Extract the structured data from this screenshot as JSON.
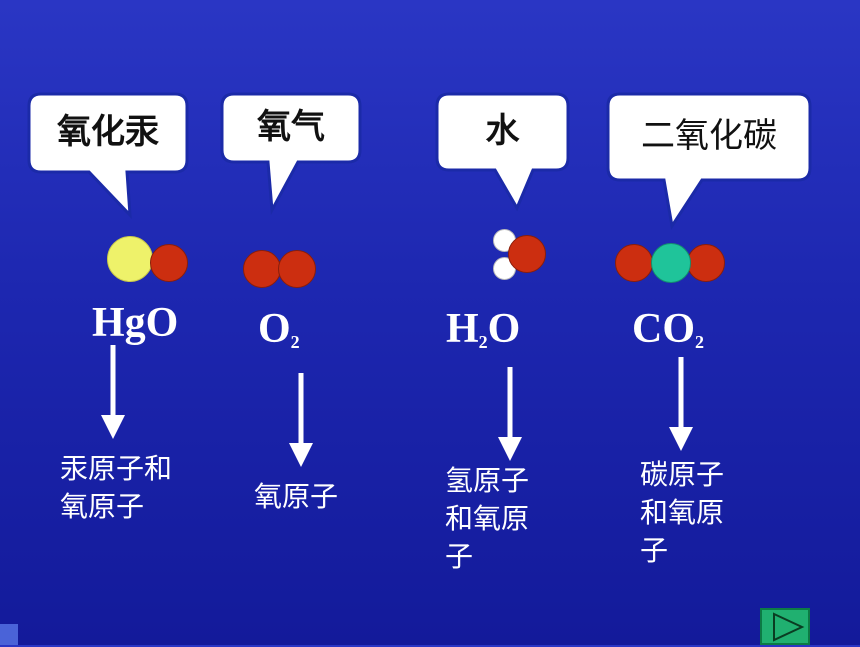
{
  "callouts": [
    {
      "text": "氧化汞"
    },
    {
      "text": "氧气"
    },
    {
      "text": "水"
    },
    {
      "text": "二氧化碳"
    }
  ],
  "formulas": [
    {
      "main": "HgO",
      "sub": "",
      "tail": ""
    },
    {
      "main": "O",
      "sub": "2",
      "tail": ""
    },
    {
      "main": "H",
      "sub": "2",
      "tail": "O"
    },
    {
      "main": "CO",
      "sub": "2",
      "tail": ""
    }
  ],
  "descriptions": [
    {
      "lines": [
        "汞原子和",
        "氧原子"
      ]
    },
    {
      "lines": [
        "氧原子"
      ]
    },
    {
      "lines": [
        "氢原子",
        "和氧原",
        "子"
      ]
    },
    {
      "lines": [
        "碳原子",
        "和氧原",
        "子"
      ]
    }
  ],
  "colors": {
    "mercury": "#eef26a",
    "oxygen": "#cc2e10",
    "hydrogen": "#ffffff",
    "carbon": "#1fc49a",
    "background": "#1d27b0"
  },
  "icons": {
    "next": "play-triangle-icon"
  }
}
